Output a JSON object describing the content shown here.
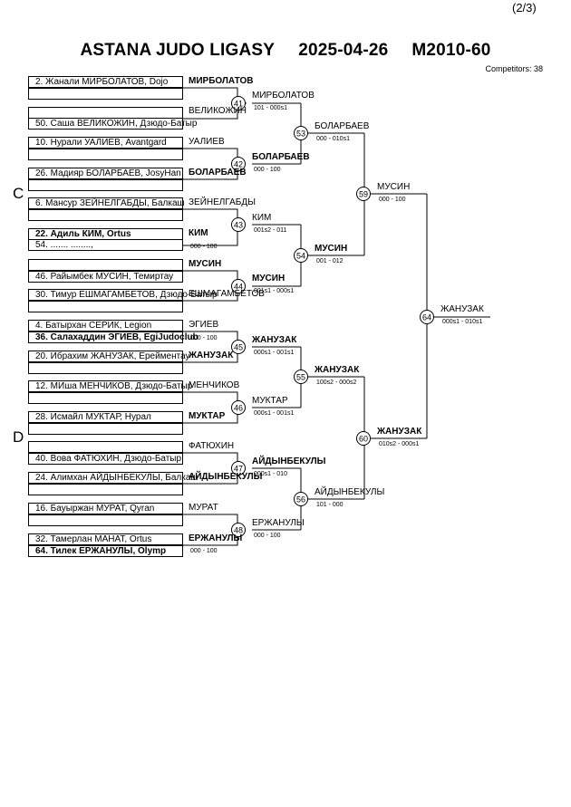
{
  "page_number": "(2/3)",
  "header": {
    "league": "ASTANA JUDO LIGASY",
    "date": "2025-04-26",
    "category": "M2010-60",
    "competitors": "Competitors: 38"
  },
  "sections": {
    "c": "C",
    "d": "D"
  },
  "participants": [
    "2. Жанали МИРБОЛАТОВ, Dojo",
    "50. Саша ВЕЛИКОЖИН, Дзюдо-Батыр",
    "10. Нурали УАЛИЕВ, Avantgard",
    "26. Мадияр БОЛАРБАЕВ, JosyHan",
    "6. Мансур ЗЕЙНЕЛГАБДЫ, Балкаш",
    "22. Адиль КИМ, Ortus",
    "54. ....... ........,",
    "46. Райымбек МУСИН, Темиртау",
    "30. Тимур ЕШМАГАМБЕТОВ, Дзюдо-Батыр",
    "4. Батырхан СЕРИК, Legion",
    "36. Салахаддин ЭГИЕВ, EgiJudoclub",
    "20. Ибрахим ЖАНУЗАК, Ерейментау",
    "12. МИша МЕНЧИКОВ, Дзюдо-Батыр",
    "28. Исмайл МУКТАР, Нурал",
    "40. Вова ФАТЮХИН, Дзюдо-Батыр",
    "24. Алимхан АЙДЫНБЕКУЛЫ, Балкаш",
    "16. Бауыржан МУРАТ, Qyran",
    "32. Тамерлан МАНАТ, Ortus",
    "64. Тилек ЕРЖАНУЛЫ, Olymp"
  ],
  "match_numbers": [
    "41",
    "42",
    "43",
    "44",
    "45",
    "46",
    "47",
    "48",
    "53",
    "54",
    "55",
    "56",
    "59",
    "60",
    "64"
  ],
  "reps": [
    "МИРБОЛАТОВ",
    "ВЕЛИКОЖИН",
    "УАЛИЕВ",
    "БОЛАРБАЕВ",
    "ЗЕЙНЕЛГАБДЫ",
    "КИМ",
    "МУСИН",
    "ЕШМАГАМБЕТОВ",
    "ЭГИЕВ",
    "ЖАНУЗАК",
    "МЕНЧИКОВ",
    "МУКТАР",
    "ФАТЮХИН",
    "АЙДЫНБЕКУЛЫ",
    "МУРАТ",
    "ЕРЖАНУЛЫ",
    "МИРБОЛАТОВ",
    "БОЛАРБАЕВ",
    "КИМ",
    "МУСИН",
    "ЖАНУЗАК",
    "МУКТАР",
    "АЙДЫНБЕКУЛЫ",
    "ЕРЖАНУЛЫ",
    "БОЛАРБАЕВ",
    "МУСИН",
    "ЖАНУЗАК",
    "АЙДЫНБЕКУЛЫ",
    "МУСИН",
    "ЖАНУЗАК",
    "ЖАНУЗАК"
  ],
  "scores": [
    "101 - 000s1",
    "000 - 100",
    "001s2 - 011",
    "001s1 - 000s1",
    "000s1 - 001s1",
    "000s1 - 001s1",
    "000s1 - 010",
    "000 - 100",
    "000 - 010s1",
    "001 - 012",
    "100s2 - 000s2",
    "101 - 000",
    "000 - 100",
    "010s2 - 000s1",
    "000s1 - 010s1",
    "000 - 100",
    "000 - 100",
    "000 - 100"
  ]
}
